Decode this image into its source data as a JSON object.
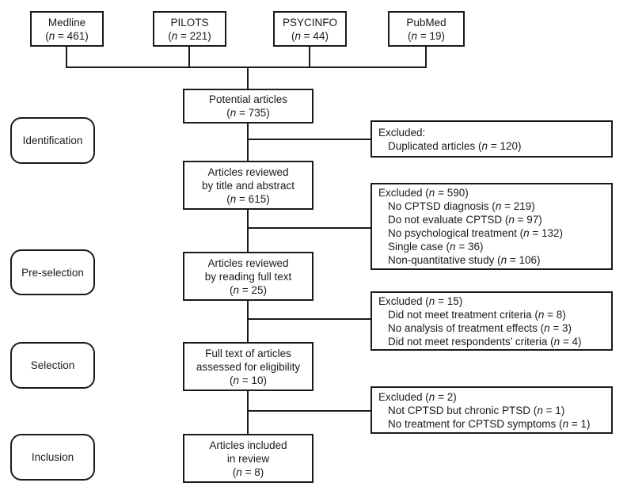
{
  "figure": {
    "type": "prisma-flow-diagram",
    "background_color": "#ffffff",
    "line_color": "#1a1a1a"
  },
  "sources": [
    {
      "name": "Medline",
      "count": "(n = 461)"
    },
    {
      "name": "PILOTS",
      "count": "(n = 221)"
    },
    {
      "name": "PSYCINFO",
      "count": "(n = 44)"
    },
    {
      "name": "PubMed",
      "count": "(n = 19)"
    }
  ],
  "stages": [
    {
      "label": "Identification"
    },
    {
      "label": "Pre-selection"
    },
    {
      "label": "Selection"
    },
    {
      "label": "Inclusion"
    }
  ],
  "main_boxes": [
    {
      "lines": [
        "Potential articles",
        "(n = 735)"
      ]
    },
    {
      "lines": [
        "Articles reviewed",
        "by title and abstract",
        "(n = 615)"
      ]
    },
    {
      "lines": [
        "Articles reviewed",
        "by reading full text",
        "(n = 25)"
      ]
    },
    {
      "lines": [
        "Full text of articles",
        "assessed for eligibility",
        "(n = 10)"
      ]
    },
    {
      "lines": [
        "Articles included",
        "in review",
        "(n = 8)"
      ]
    }
  ],
  "excluded_boxes": [
    {
      "header": "Excluded:",
      "items": [
        "Duplicated articles (n = 120)"
      ]
    },
    {
      "header": "Excluded (n = 590)",
      "items": [
        "No CPTSD diagnosis (n = 219)",
        "Do not evaluate CPTSD (n = 97)",
        "No psychological treatment (n = 132)",
        "Single case (n = 36)",
        "Non-quantitative study (n = 106)"
      ]
    },
    {
      "header": "Excluded (n = 15)",
      "items": [
        "Did not meet treatment criteria (n = 8)",
        "No analysis of treatment effects (n = 3)",
        "Did not meet respondents’ criteria (n = 4)"
      ]
    },
    {
      "header": "Excluded (n = 2)",
      "items": [
        "Not CPTSD but chronic PTSD (n = 1)",
        "No treatment for CPTSD symptoms (n = 1)"
      ]
    }
  ]
}
